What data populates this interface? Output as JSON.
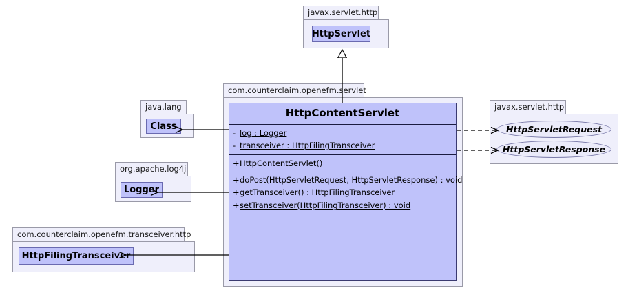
{
  "diagram": {
    "type": "uml-class-diagram",
    "background": "#ffffff",
    "colors": {
      "class_fill": "#BFC2FA",
      "package_fill": "#EFEFFB",
      "interface_fill": "#EBEBFA",
      "border": "#6a6ab0",
      "line": "#000000"
    }
  },
  "packages": {
    "javax_servlet_http_top": {
      "label": "javax.servlet.http"
    },
    "java_lang": {
      "label": "java.lang"
    },
    "com_counterclaim_openefm_servlet": {
      "label": "com.counterclaim.openefm.servlet"
    },
    "javax_servlet_http_right": {
      "label": "javax.servlet.http"
    },
    "org_apache_log4j": {
      "label": "org.apache.log4j"
    },
    "com_counterclaim_openefm_transceiver_http": {
      "label": "com.counterclaim.openefm.transceiver.http"
    }
  },
  "classes": {
    "http_servlet": {
      "name": "HttpServlet"
    },
    "java_lang_class": {
      "name": "Class"
    },
    "logger": {
      "name": "Logger"
    },
    "http_filing_transceiver": {
      "name": "HttpFilingTransceiver"
    }
  },
  "interfaces": {
    "http_servlet_request": {
      "name": "HttpServletRequest"
    },
    "http_servlet_response": {
      "name": "HttpServletResponse"
    }
  },
  "main_class": {
    "name": "HttpContentServlet",
    "attributes": [
      {
        "visibility": "-",
        "text": "log : Logger",
        "static": true
      },
      {
        "visibility": "-",
        "text": "transceiver : HttpFilingTransceiver ",
        "static": true
      }
    ],
    "constructors": [
      {
        "visibility": "+",
        "text": "HttpContentServlet()",
        "static": false
      }
    ],
    "methods": [
      {
        "visibility": "+",
        "text": "doPost(HttpServletRequest, HttpServletResponse) : void",
        "static": false
      },
      {
        "visibility": "+",
        "text": "getTransceiver() : HttpFilingTransceiver ",
        "static": true
      },
      {
        "visibility": "+",
        "text": "setTransceiver(HttpFilingTransceiver) : void ",
        "static": true
      }
    ]
  },
  "relationships": [
    {
      "name": "generalization-httpservlet",
      "kind": "generalization",
      "from": "HttpContentServlet",
      "to": "HttpServlet"
    },
    {
      "name": "association-class",
      "kind": "association",
      "from": "HttpContentServlet",
      "to": "Class"
    },
    {
      "name": "association-logger",
      "kind": "association",
      "from": "HttpContentServlet",
      "to": "Logger"
    },
    {
      "name": "association-transceiver",
      "kind": "association",
      "from": "HttpContentServlet",
      "to": "HttpFilingTransceiver"
    },
    {
      "name": "dependency-request",
      "kind": "dependency",
      "from": "HttpContentServlet",
      "to": "HttpServletRequest"
    },
    {
      "name": "dependency-response",
      "kind": "dependency",
      "from": "HttpContentServlet",
      "to": "HttpServletResponse"
    }
  ]
}
